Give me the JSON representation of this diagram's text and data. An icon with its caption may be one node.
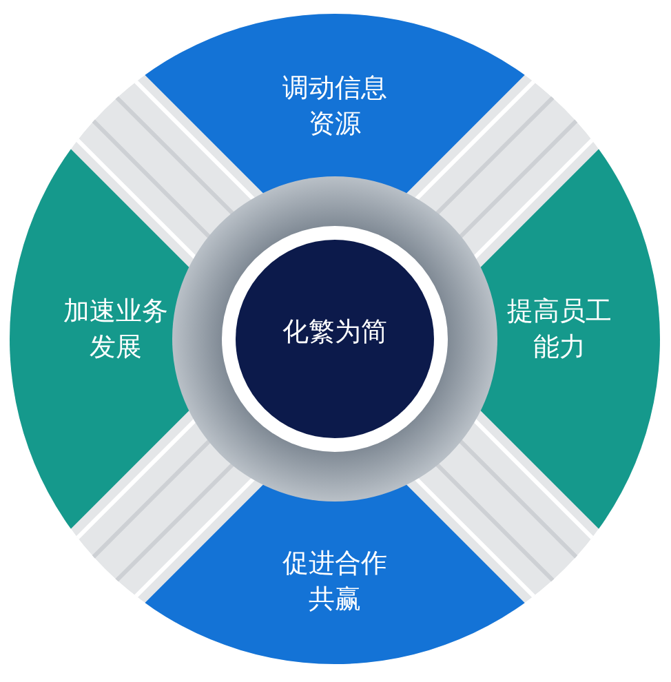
{
  "diagram": {
    "nodes": [
      {
        "text": [
          "调动信息资源"
        ]
      },
      {
        "text": [
          "加速业务发展"
        ]
      },
      {
        "text": [
          "化繁为简"
        ]
      },
      {
        "text": [
          "提高员工能力"
        ]
      },
      {
        "text": [
          "促进合作共赢"
        ]
      }
    ]
  }
}
